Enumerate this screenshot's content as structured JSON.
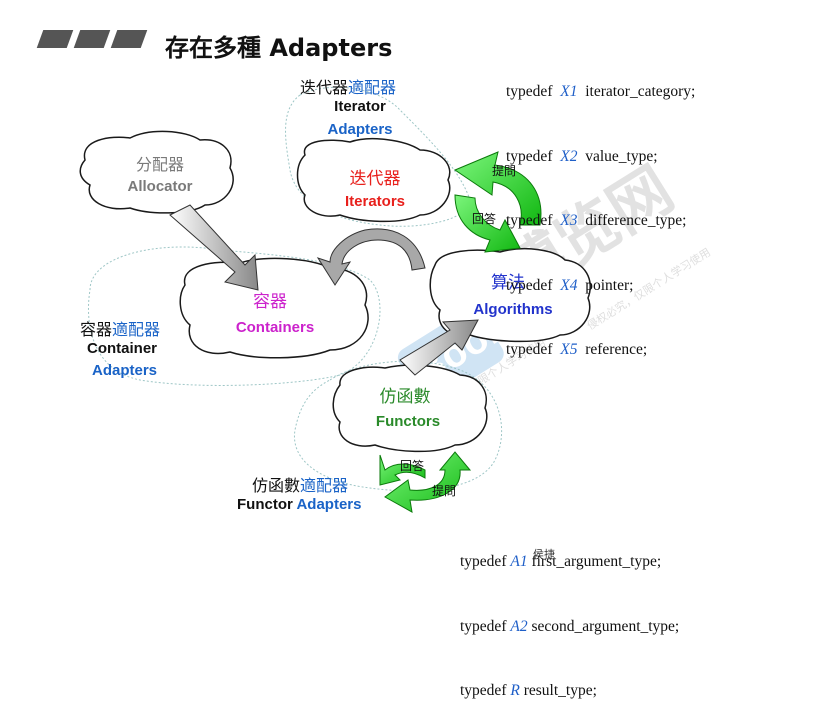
{
  "title": "存在多種 Adapters",
  "iterator_adapters": {
    "cn_prefix": "迭代器",
    "cn_suffix": "適配器",
    "en1": "Iterator",
    "en2": "Adapters"
  },
  "allocator": {
    "cn": "分配器",
    "en": "Allocator"
  },
  "iterators": {
    "cn": "迭代器",
    "en": "Iterators"
  },
  "containers": {
    "cn": "容器",
    "en": "Containers"
  },
  "algorithms": {
    "cn": "算法",
    "en": "Algorithms"
  },
  "functors": {
    "cn": "仿函數",
    "en": "Functors"
  },
  "container_adapters": {
    "cn_prefix": "容器",
    "cn_suffix": "適配器",
    "en1": "Container",
    "en2": "Adapters"
  },
  "functor_adapters": {
    "cn_prefix": "仿函數",
    "cn_suffix": "適配器",
    "en1": "Functor",
    "en2": "Adapters"
  },
  "arrow_labels": {
    "ask_top": "提問",
    "answer_top": "回答",
    "answer_bottom": "回答",
    "ask_bottom": "提問"
  },
  "iterator_typedefs": [
    {
      "kw": "typedef",
      "var": "X1",
      "name": "iterator_category;"
    },
    {
      "kw": "typedef",
      "var": "X2",
      "name": "value_type;"
    },
    {
      "kw": "typedef",
      "var": "X3",
      "name": "difference_type;"
    },
    {
      "kw": "typedef",
      "var": "X4",
      "name": "pointer;"
    },
    {
      "kw": "typedef",
      "var": "X5",
      "name": "reference;"
    }
  ],
  "functor_typedefs": [
    {
      "kw": "typedef",
      "var": "A1",
      "name": "first_argument_type;"
    },
    {
      "kw": "typedef",
      "var": "A2",
      "name": "second_argument_type;"
    },
    {
      "kw": "typedef",
      "var": "R",
      "name": "result_type;"
    }
  ],
  "footnote": "侯捷",
  "watermark": {
    "text1": "博览网",
    "text2": "侵权必究，仅限个人学习使用",
    "text3": "Boolan"
  },
  "colors": {
    "red": "#e8201c",
    "blue": "#1a63c7",
    "magenta": "#cc22cc",
    "green": "#2a8a2a",
    "arrow_green": "#22cc22",
    "gray_text": "#7a7a7a",
    "algorithms_blue": "#2233cc"
  }
}
